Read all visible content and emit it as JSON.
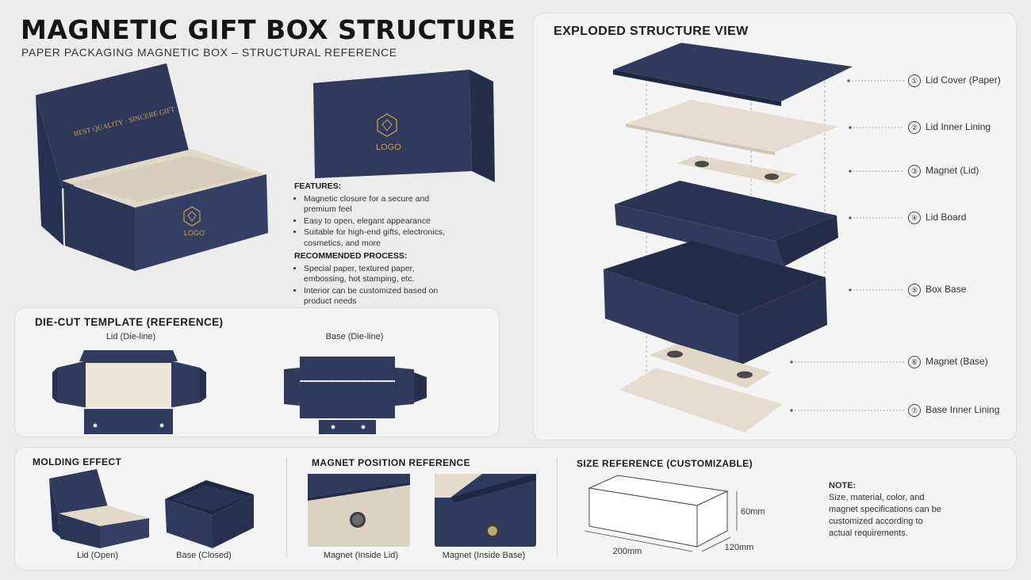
{
  "header": {
    "title": "MAGNETIC GIFT BOX STRUCTURE",
    "subtitle": "PAPER PACKAGING MAGNETIC BOX – STRUCTURAL REFERENCE"
  },
  "hero": {
    "lid_text": "BEST QUALITY  ·  SINCERE GIFT",
    "logo_text": "LOGO"
  },
  "features": {
    "heading": "FEATURES:",
    "items": [
      "Magnetic closure for a secure and premium feel",
      "Easy to open, elegant appearance",
      "Suitable for high-end gifts, electronics, cosmetics, and more"
    ],
    "process_heading": "RECOMMENDED PROCESS:",
    "process_items": [
      "Special paper, textured paper, embossing, hot stamping, etc.",
      "Interior can be customized based on product needs"
    ]
  },
  "die_cut": {
    "title": "DIE-CUT TEMPLATE (REFERENCE)",
    "lid_label": "Lid (Die-line)",
    "base_label": "Base (Die-line)"
  },
  "exploded": {
    "title": "EXPLODED STRUCTURE VIEW",
    "parts": [
      {
        "num": "①",
        "label": "Lid Cover (Paper)"
      },
      {
        "num": "②",
        "label": "Lid Inner Lining"
      },
      {
        "num": "③",
        "label": "Magnet (Lid)"
      },
      {
        "num": "④",
        "label": "Lid Board"
      },
      {
        "num": "⑤",
        "label": "Box Base"
      },
      {
        "num": "⑥",
        "label": "Magnet (Base)"
      },
      {
        "num": "⑦",
        "label": "Base Inner Lining"
      }
    ]
  },
  "molding": {
    "title": "MOLDING EFFECT",
    "lid_open": "Lid (Open)",
    "base_closed": "Base (Closed)"
  },
  "magnet_position": {
    "title": "MAGNET POSITION REFERENCE",
    "inside_lid": "Magnet (Inside Lid)",
    "inside_base": "Magnet (Inside Base)"
  },
  "size": {
    "title": "SIZE REFERENCE (CUSTOMIZABLE)",
    "height": "60mm",
    "length": "200mm",
    "width": "120mm"
  },
  "note": {
    "heading": "NOTE:",
    "text": "Size, material, color, and magnet specifications can be customized according to actual requirements."
  },
  "colors": {
    "navy": "#2f3a5c",
    "navy_dark": "#232c48",
    "cream": "#e6ddd0",
    "gold": "#c9a24a"
  }
}
